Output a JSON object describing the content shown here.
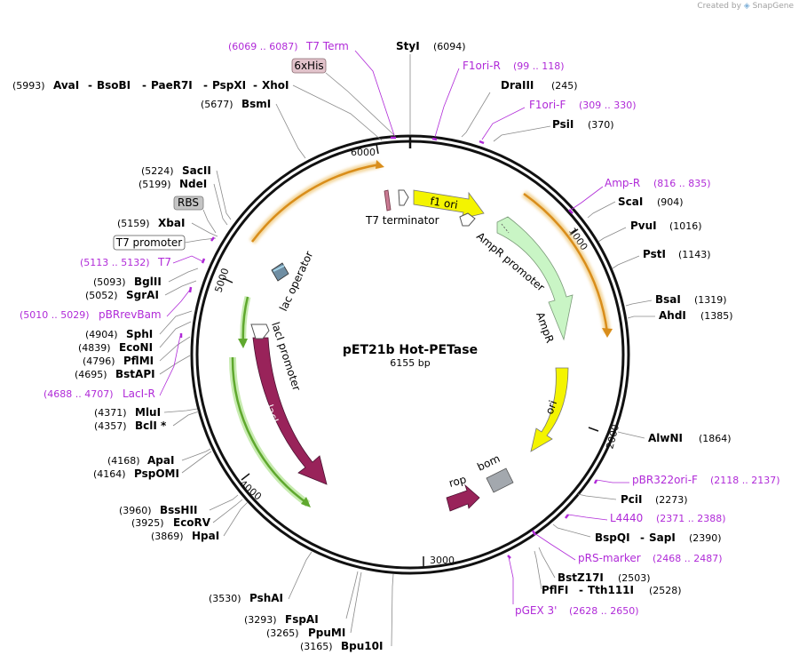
{
  "credit": {
    "prefix": "Created by",
    "brand": "SnapGene"
  },
  "plasmid": {
    "name": "pET21b Hot-PETase",
    "length": "6155 bp"
  },
  "ruler": [
    "1000",
    "2000",
    "3000",
    "4000",
    "5000",
    "6000"
  ],
  "features_text": {
    "t7_terminator": "T7 terminator",
    "f1_ori": "f1 ori",
    "ampr_promoter": "AmpR promoter",
    "ampr": "AmpR",
    "ori": "ori",
    "bom": "bom",
    "rop": "rop",
    "laci": "lacI",
    "laci_promoter": "lacI promoter",
    "lac_operator": "lac operator"
  },
  "boxed": {
    "his": "6xHis",
    "rbs": "RBS",
    "t7promoter": "T7 promoter"
  },
  "enzymes": [
    {
      "id": "styi",
      "name": "StyI",
      "pos": "(6094)"
    },
    {
      "id": "draiii",
      "name": "DraIII",
      "pos": "(245)"
    },
    {
      "id": "psii",
      "name": "PsiI",
      "pos": "(370)"
    },
    {
      "id": "scai",
      "name": "ScaI",
      "pos": "(904)"
    },
    {
      "id": "pvui",
      "name": "PvuI",
      "pos": "(1016)"
    },
    {
      "id": "psti",
      "name": "PstI",
      "pos": "(1143)"
    },
    {
      "id": "bsai",
      "name": "BsaI",
      "pos": "(1319)"
    },
    {
      "id": "ahdi",
      "name": "AhdI",
      "pos": "(1385)"
    },
    {
      "id": "alwni",
      "name": "AlwNI",
      "pos": "(1864)"
    },
    {
      "id": "pcii",
      "name": "PciI",
      "pos": "(2273)"
    },
    {
      "id": "bspqi",
      "name": "BspQI",
      "pos": "(2390)"
    },
    {
      "id": "sapi",
      "name": "SapI",
      "pos": ""
    },
    {
      "id": "bstz17i",
      "name": "BstZ17I",
      "pos": "(2503)"
    },
    {
      "id": "pflfi",
      "name": "PflFI",
      "pos": "(2528)"
    },
    {
      "id": "tth111i",
      "name": "Tth111I",
      "pos": ""
    },
    {
      "id": "bpu10i",
      "name": "Bpu10I",
      "pos": "(3165)"
    },
    {
      "id": "ppumi",
      "name": "PpuMI",
      "pos": "(3265)"
    },
    {
      "id": "fspai",
      "name": "FspAI",
      "pos": "(3293)"
    },
    {
      "id": "pshai",
      "name": "PshAI",
      "pos": "(3530)"
    },
    {
      "id": "hpai",
      "name": "HpaI",
      "pos": "(3869)"
    },
    {
      "id": "ecorv",
      "name": "EcoRV",
      "pos": "(3925)"
    },
    {
      "id": "bsshii",
      "name": "BssHII",
      "pos": "(3960)"
    },
    {
      "id": "pspomi",
      "name": "PspOMI",
      "pos": "(4164)"
    },
    {
      "id": "apai",
      "name": "ApaI",
      "pos": "(4168)"
    },
    {
      "id": "bcli",
      "name": "BclI *",
      "pos": "(4357)"
    },
    {
      "id": "mlui",
      "name": "MluI",
      "pos": "(4371)"
    },
    {
      "id": "bstapi",
      "name": "BstAPI",
      "pos": "(4695)"
    },
    {
      "id": "pflmi",
      "name": "PflMI",
      "pos": "(4796)"
    },
    {
      "id": "econi",
      "name": "EcoNI",
      "pos": "(4839)"
    },
    {
      "id": "sphi",
      "name": "SphI",
      "pos": "(4904)"
    },
    {
      "id": "sgrai",
      "name": "SgrAI",
      "pos": "(5052)"
    },
    {
      "id": "bglii",
      "name": "BglII",
      "pos": "(5093)"
    },
    {
      "id": "xbai",
      "name": "XbaI",
      "pos": "(5159)"
    },
    {
      "id": "ndei",
      "name": "NdeI",
      "pos": "(5199)"
    },
    {
      "id": "sacii",
      "name": "SacII",
      "pos": "(5224)"
    },
    {
      "id": "bsmi",
      "name": "BsmI",
      "pos": "(5677)"
    },
    {
      "id": "avai",
      "name": "AvaI",
      "pos": "(5993)"
    },
    {
      "id": "bsobi",
      "name": "BsoBI",
      "pos": ""
    },
    {
      "id": "paer7i",
      "name": "PaeR7I",
      "pos": ""
    },
    {
      "id": "pspxi",
      "name": "PspXI",
      "pos": ""
    },
    {
      "id": "xhoi",
      "name": "XhoI",
      "pos": ""
    }
  ],
  "primers": [
    {
      "id": "t7term",
      "name": "T7 Term",
      "pos": "(6069 .. 6087)"
    },
    {
      "id": "f1orir",
      "name": "F1ori-R",
      "pos": "(99 .. 118)"
    },
    {
      "id": "f1orif",
      "name": "F1ori-F",
      "pos": "(309 .. 330)"
    },
    {
      "id": "ampr",
      "name": "Amp-R",
      "pos": "(816 .. 835)"
    },
    {
      "id": "pbr322orif",
      "name": "pBR322ori-F",
      "pos": "(2118 .. 2137)"
    },
    {
      "id": "l4440",
      "name": "L4440",
      "pos": "(2371 .. 2388)"
    },
    {
      "id": "prsmarker",
      "name": "pRS-marker",
      "pos": "(2468 .. 2487)"
    },
    {
      "id": "pgex3",
      "name": "pGEX 3'",
      "pos": "(2628 .. 2650)"
    },
    {
      "id": "lacir",
      "name": "LacI-R",
      "pos": "(4688 .. 4707)"
    },
    {
      "id": "pbrrevbam",
      "name": "pBRrevBam",
      "pos": "(5010 .. 5029)"
    },
    {
      "id": "t7",
      "name": "T7",
      "pos": "(5113 .. 5132)"
    }
  ],
  "colors": {
    "backbone": "#111111",
    "primer": "#b02ad8",
    "ampr_fill": "#c9f5c5",
    "ori_fill": "#f4f400",
    "laci_fill": "#99235a",
    "rop_fill": "#99235a",
    "bom_fill": "#a3a8ae",
    "orange_arc": "#d98d1a",
    "green_arc": "#5fa82e",
    "tag_box": "#e2c3cb",
    "rbs_box": "#c4c4c4"
  }
}
